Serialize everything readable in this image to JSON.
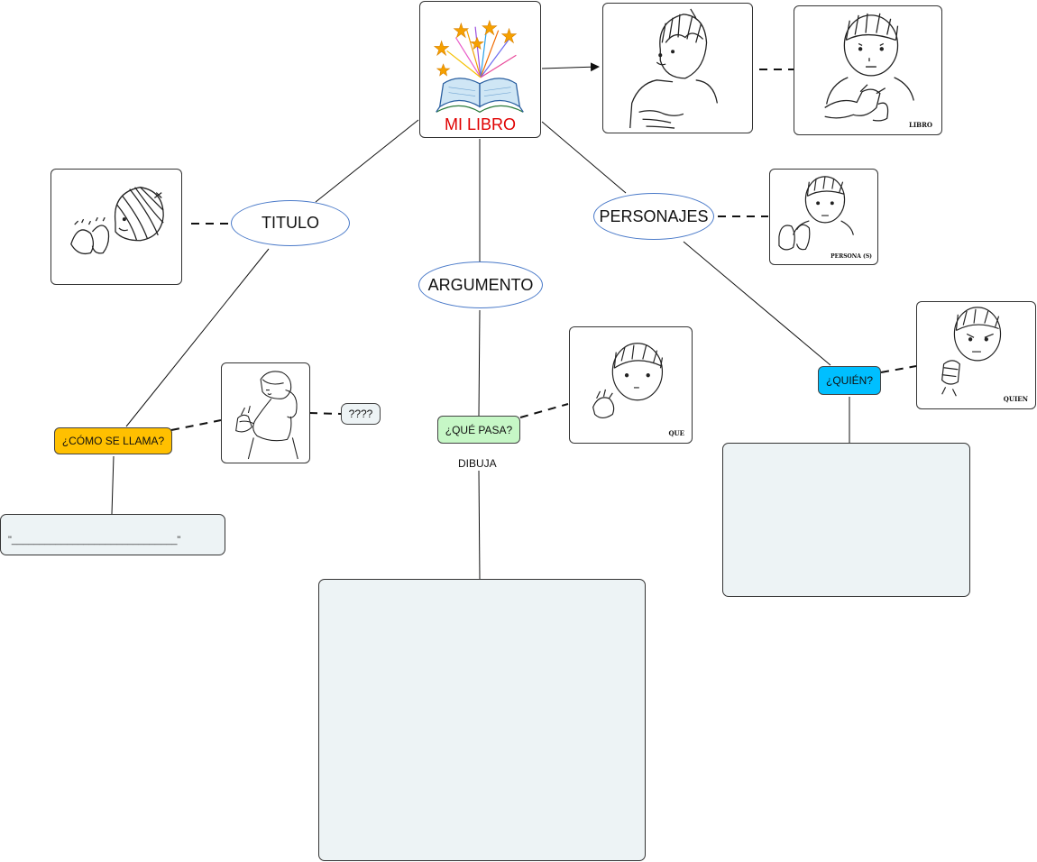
{
  "central": {
    "title": "MI LIBRO",
    "icon": "open-book-icon"
  },
  "nodes": {
    "titulo": "TITULO",
    "argumento": "ARGUMENTO",
    "personajes": "PERSONAJES",
    "como_se_llama": "¿CÓMO SE LLAMA?",
    "que_pasa": "¿QUÉ PASA?",
    "quien": "¿QUIÉN?",
    "question_marks": "????",
    "dibuja": "DIBUJA",
    "blank_answer": "\"______________________________\""
  },
  "sign_labels": {
    "libro": "LIBRO",
    "persona": "PERSONA (S)",
    "que": "QUE",
    "quien": "QUIEN"
  },
  "colors": {
    "ellipse_border": "#4a7ac9",
    "como_se_llama_fill": "#ffc000",
    "que_pasa_fill": "#c6f7c6",
    "quien_fill": "#00bfff",
    "answer_area_fill": "#edf3f5",
    "title_red": "#e00000"
  }
}
